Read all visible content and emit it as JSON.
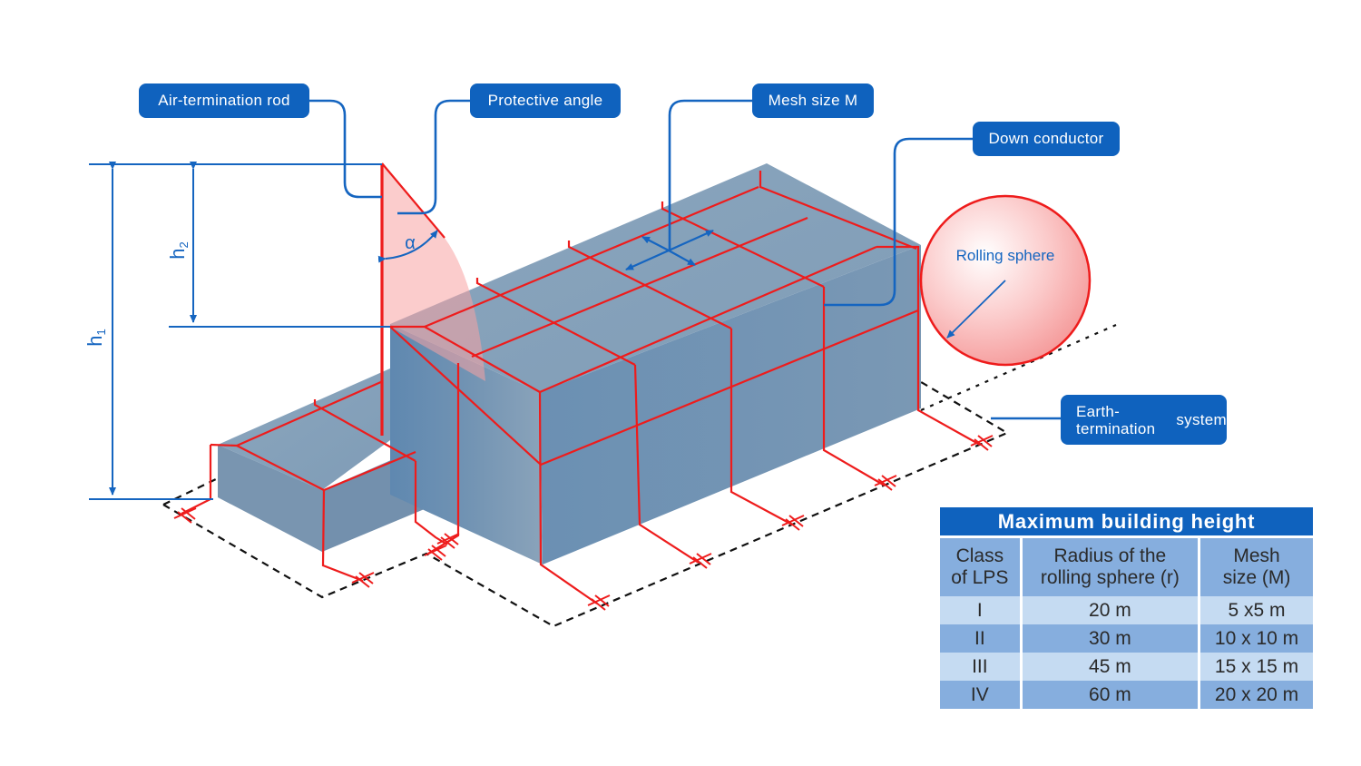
{
  "callouts": {
    "air_termination_rod": "Air-termination rod",
    "protective_angle": "Protective angle",
    "mesh_size": "Mesh size M",
    "down_conductor": "Down conductor",
    "earth_termination": "Earth-termination system"
  },
  "dimension_labels": {
    "h1": "h",
    "h1_sub": "1",
    "h2": "h",
    "h2_sub": "2",
    "alpha": "α"
  },
  "sphere_label": "Rolling sphere",
  "colors": {
    "label_blue": "#0f62be",
    "conductor_red": "#ee1c1c",
    "building_grey_blue": "#7d9bb5",
    "table_light": "#c5dbf2",
    "table_dark": "#86aede"
  },
  "table": {
    "title": "Maximum building height",
    "headers": [
      {
        "line1": "Class",
        "line2": "of LPS"
      },
      {
        "line1": "Radius of the",
        "line2": "rolling sphere (r)"
      },
      {
        "line1": "Mesh",
        "line2": "size (M)"
      }
    ],
    "rows": [
      {
        "class": "I",
        "radius": "20 m",
        "mesh": "5 x5 m"
      },
      {
        "class": "II",
        "radius": "30 m",
        "mesh": "10 x 10 m"
      },
      {
        "class": "III",
        "radius": "45 m",
        "mesh": "15 x 15 m"
      },
      {
        "class": "IV",
        "radius": "60 m",
        "mesh": "20 x 20 m"
      }
    ]
  }
}
